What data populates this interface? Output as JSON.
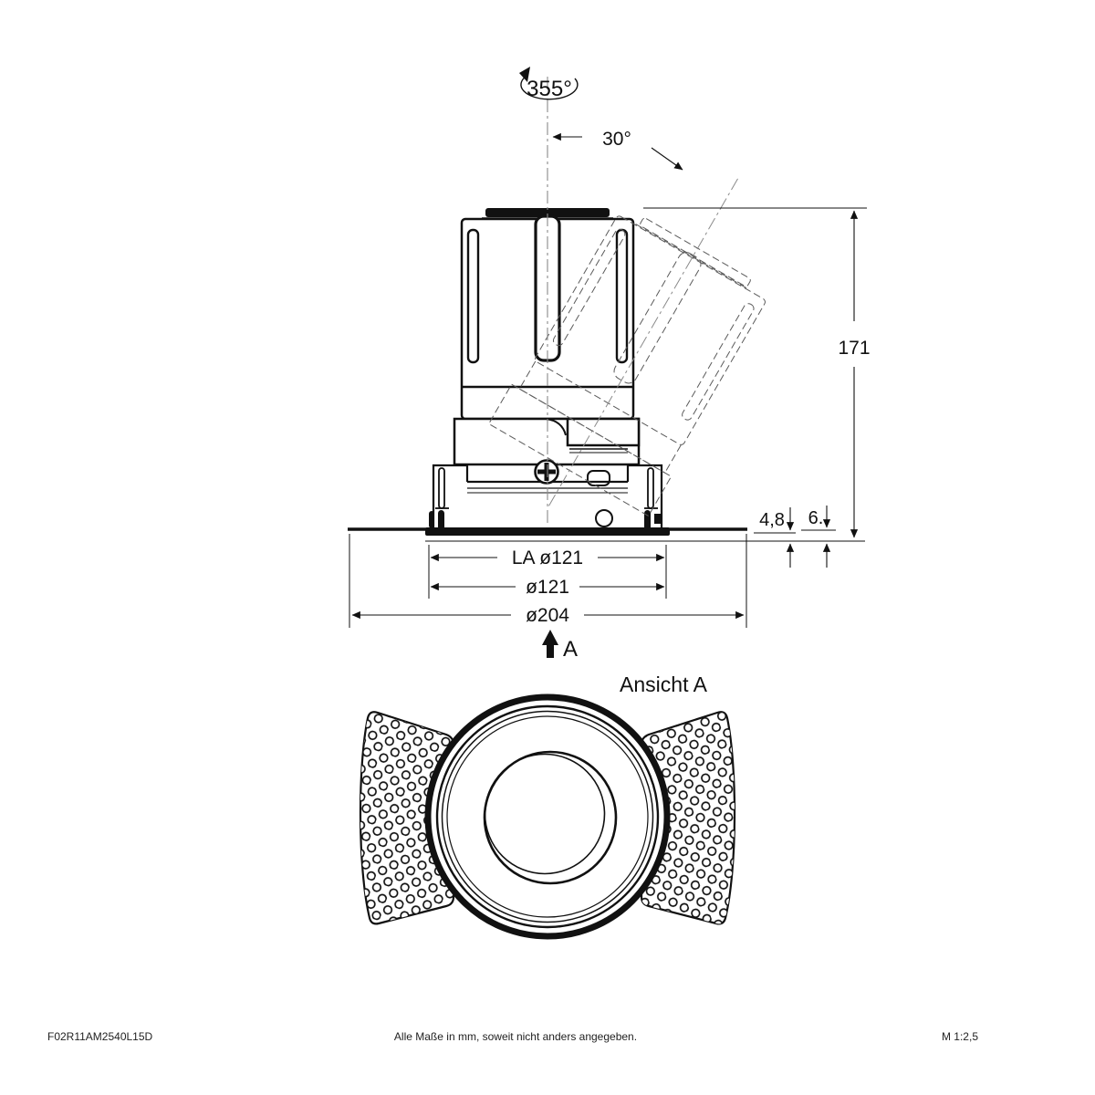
{
  "drawing": {
    "rotation_angle": "355°",
    "tilt_angle": "30°",
    "height": "171",
    "recess_depth_1": "4,8",
    "recess_depth_2": "6.",
    "dim_cutout": "LA ø121",
    "dim_inner": "ø121",
    "dim_outer": "ø204",
    "view_arrow": "A",
    "view_title": "Ansicht A"
  },
  "footer": {
    "article": "F02R11AM2540L15D",
    "note": "Alle Maße in mm, soweit nicht anders angegeben.",
    "scale": "M 1:2,5"
  },
  "colors": {
    "line": "#111111",
    "ghost": "#5a5a5a",
    "centerline": "#8a8a8a"
  }
}
